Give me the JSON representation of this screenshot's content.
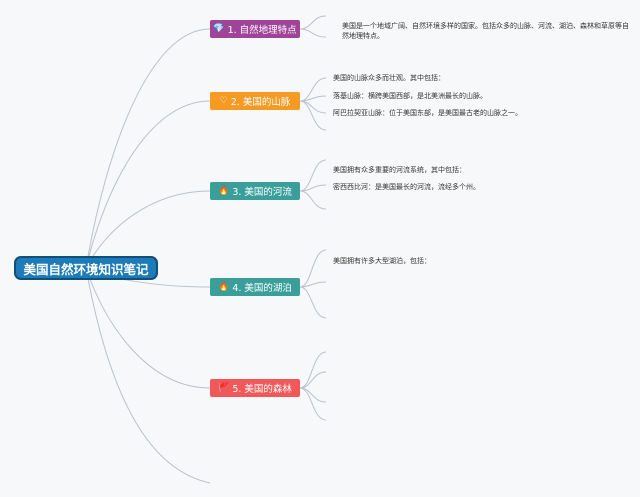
{
  "root": {
    "title": "美国自然环境知识笔记"
  },
  "colors": {
    "link": "#b8c2cc",
    "root_bg": "#1d7bb8"
  },
  "topics": [
    {
      "label": "1. 自然地理特点",
      "icon": "gem-icon",
      "glyph": "💎",
      "color": "#a0449a",
      "notes": [
        "美国是一个地域广阔、自然环境多样的国家。包括众多的山脉、河流、湖泊、森林和草原等自然地理特点。"
      ]
    },
    {
      "label": "2. 美国的山脉",
      "icon": "heart-icon",
      "glyph": "♡",
      "color": "#f59a23",
      "notes": [
        "美国的山脉众多而壮观。其中包括：",
        "落基山脉：横跨美国西部，是北美洲最长的山脉。",
        "阿巴拉契亚山脉：位于美国东部，是美国最古老的山脉之一。"
      ]
    },
    {
      "label": "3. 美国的河流",
      "icon": "fire-icon",
      "glyph": "🔥",
      "color": "#3a9e9a",
      "notes": [
        "美国拥有众多重要的河流系统，其中包括：",
        "密西西比河：是美国最长的河流，流经多个州。"
      ]
    },
    {
      "label": "4. 美国的湖泊",
      "icon": "fire-icon",
      "glyph": "🔥",
      "color": "#3a9e9a",
      "notes": [
        "美国拥有许多大型湖泊，包括："
      ]
    },
    {
      "label": "5. 美国的森林",
      "icon": "flag-icon",
      "glyph": "🚩",
      "color": "#f0585a",
      "notes": []
    }
  ]
}
